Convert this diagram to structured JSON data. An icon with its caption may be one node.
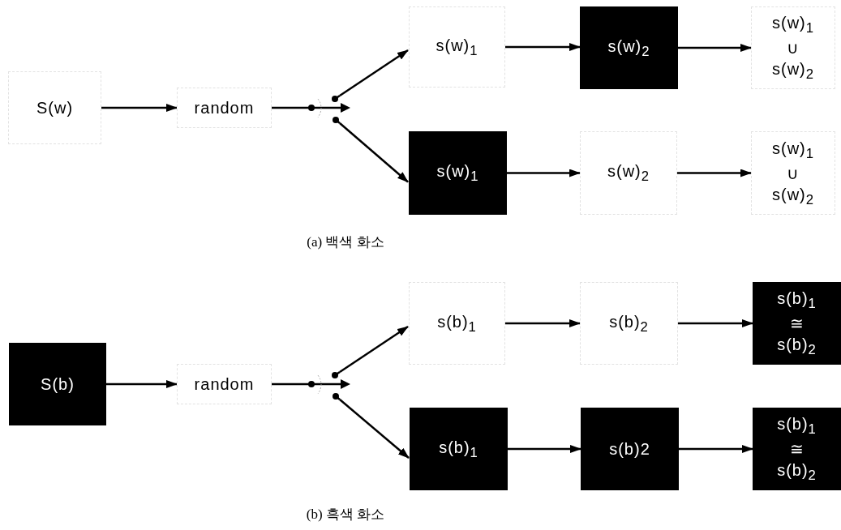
{
  "diagram": {
    "nodes": [
      {
        "text": [
          "S(w)"
        ]
      },
      {
        "text": [
          "random"
        ]
      },
      {
        "text": [],
        "shape": "picture"
      },
      {
        "text": [
          "s(w)$_{1}$"
        ]
      },
      {
        "text": [
          "s(w)$_{2}$"
        ]
      },
      {
        "text": [
          "s(w)$_{1}$ ∪ s(w)$_{2}$"
        ]
      },
      {
        "text": [
          "s(w)$_{1}$"
        ]
      },
      {
        "text": [
          "s(w)$_{2}$"
        ]
      },
      {
        "text": [
          "s(w)$_{1}$ ∪ s(w)$_{2}$"
        ]
      },
      {
        "text": [
          "S(b)"
        ]
      },
      {
        "text": [
          "random"
        ]
      },
      {
        "text": [],
        "shape": "picture"
      },
      {
        "text": [
          "s(b)$_{1}$"
        ]
      },
      {
        "text": [
          "s(b)$_{2}$"
        ]
      },
      {
        "text": [
          "s(b)$_{1}$ ≅ s(b)$_{2}$"
        ]
      },
      {
        "text": [
          "s(b)$_{1}$"
        ]
      },
      {
        "text": [
          "s(b)2"
        ]
      },
      {
        "text": [
          "s(b)$_{1}$ ≅ s(b)$_{2}$"
        ]
      }
    ],
    "edges": [
      {
        "from": 0,
        "to": 1,
        "arrow": "to"
      },
      {
        "from": 1,
        "to": 2,
        "arrow": "none"
      },
      {
        "from": 2,
        "to": 3,
        "arrow": "to"
      },
      {
        "from": 2,
        "to": 6,
        "arrow": "to"
      },
      {
        "from": 3,
        "to": 4,
        "arrow": "to"
      },
      {
        "from": 4,
        "to": 5,
        "arrow": "to"
      },
      {
        "from": 6,
        "to": 7,
        "arrow": "to"
      },
      {
        "from": 7,
        "to": 8,
        "arrow": "to"
      },
      {
        "from": 9,
        "to": 10,
        "arrow": "to"
      },
      {
        "from": 10,
        "to": 11,
        "arrow": "none"
      },
      {
        "from": 11,
        "to": 12,
        "arrow": "to"
      },
      {
        "from": 11,
        "to": 15,
        "arrow": "to"
      },
      {
        "from": 12,
        "to": 13,
        "arrow": "to"
      },
      {
        "from": 13,
        "to": 14,
        "arrow": "to"
      },
      {
        "from": 15,
        "to": 16,
        "arrow": "to"
      },
      {
        "from": 16,
        "to": 17,
        "arrow": "to"
      }
    ],
    "labels": [
      "(a) 백색 화소",
      "(b) 흑색 화소"
    ]
  }
}
